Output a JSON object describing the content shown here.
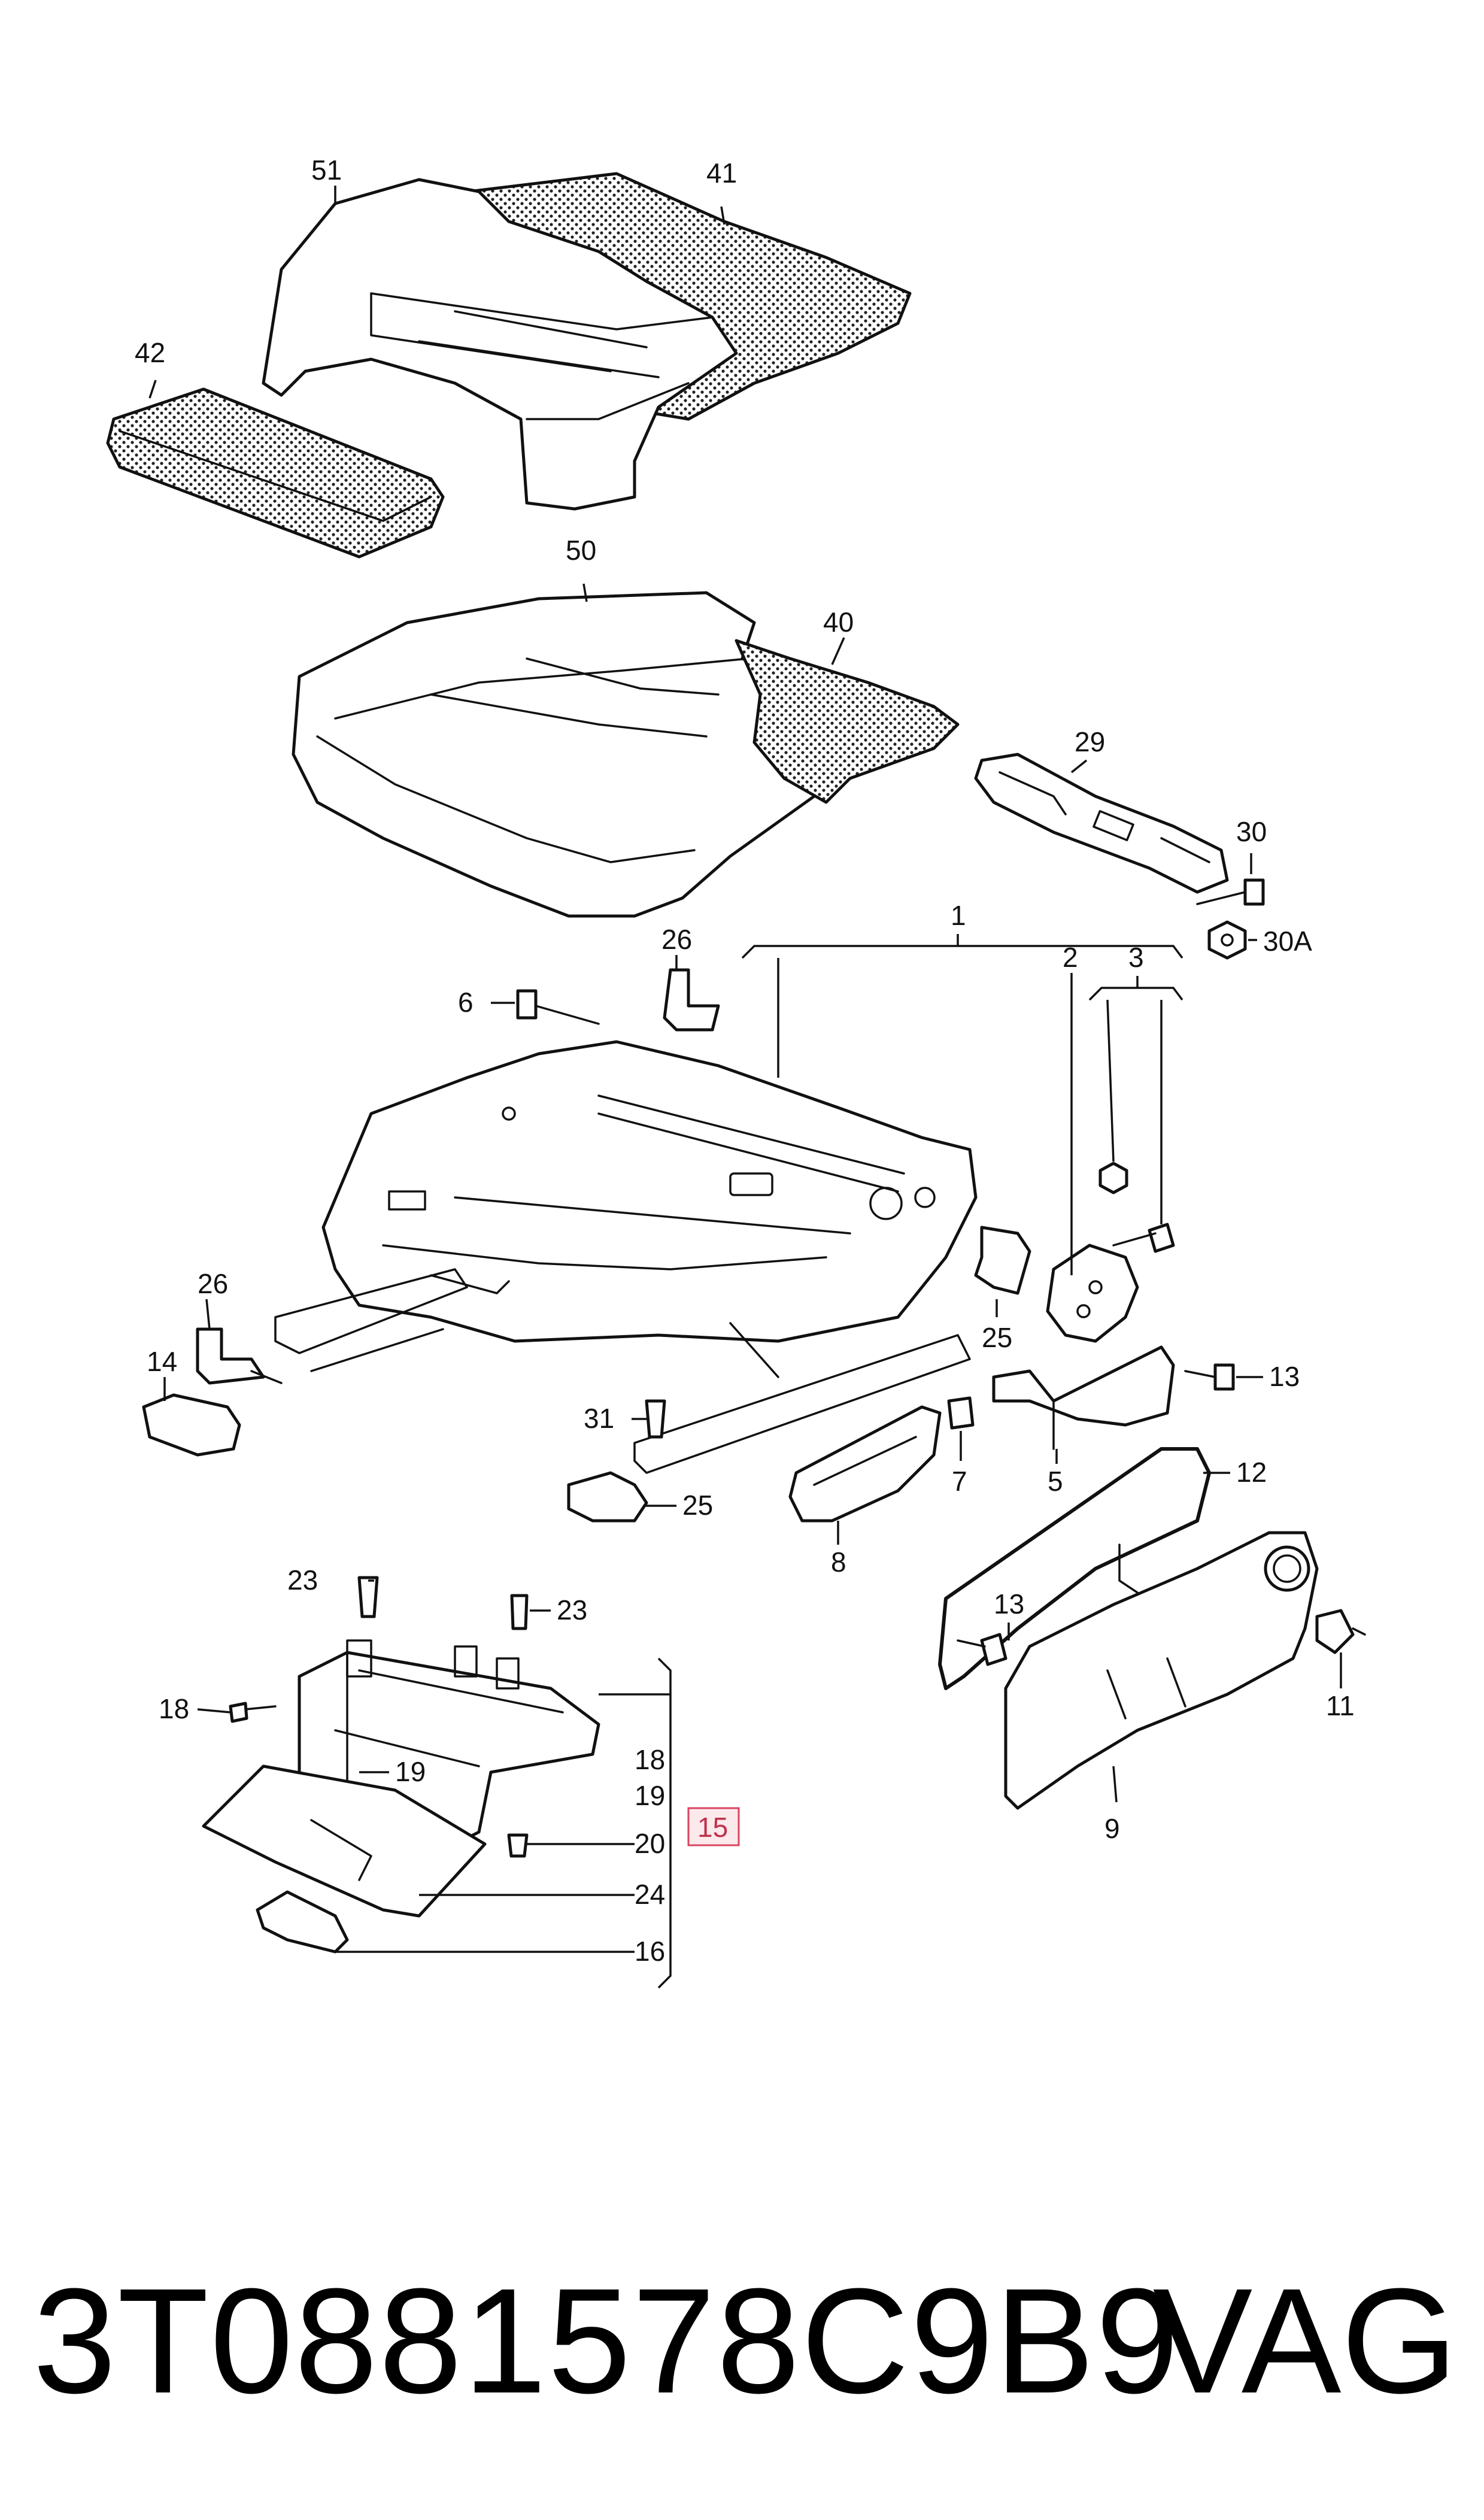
{
  "diagram": {
    "callouts": {
      "c51": "51",
      "c41": "41",
      "c42": "42",
      "c50": "50",
      "c40": "40",
      "c29": "29",
      "c30": "30",
      "c30a": "30A",
      "c1": "1",
      "c2": "2",
      "c3": "3",
      "c26a": "26",
      "c6": "6",
      "c26b": "26",
      "c14": "14",
      "c25a": "25",
      "c13a": "13",
      "c31": "31",
      "c25b": "25",
      "c7": "7",
      "c5": "5",
      "c8": "8",
      "c12": "12",
      "c23a": "23",
      "c23b": "23",
      "c13b": "13",
      "c11": "11",
      "c18a": "18",
      "c19a": "19",
      "c18b": "18",
      "c19b": "19",
      "c20": "20",
      "c24": "24",
      "c16": "16",
      "c9": "9",
      "c15": "15"
    },
    "highlight_color": "#d9455f"
  },
  "footer": {
    "part_number": "3T0881578C9B9",
    "brand": "VAG"
  }
}
